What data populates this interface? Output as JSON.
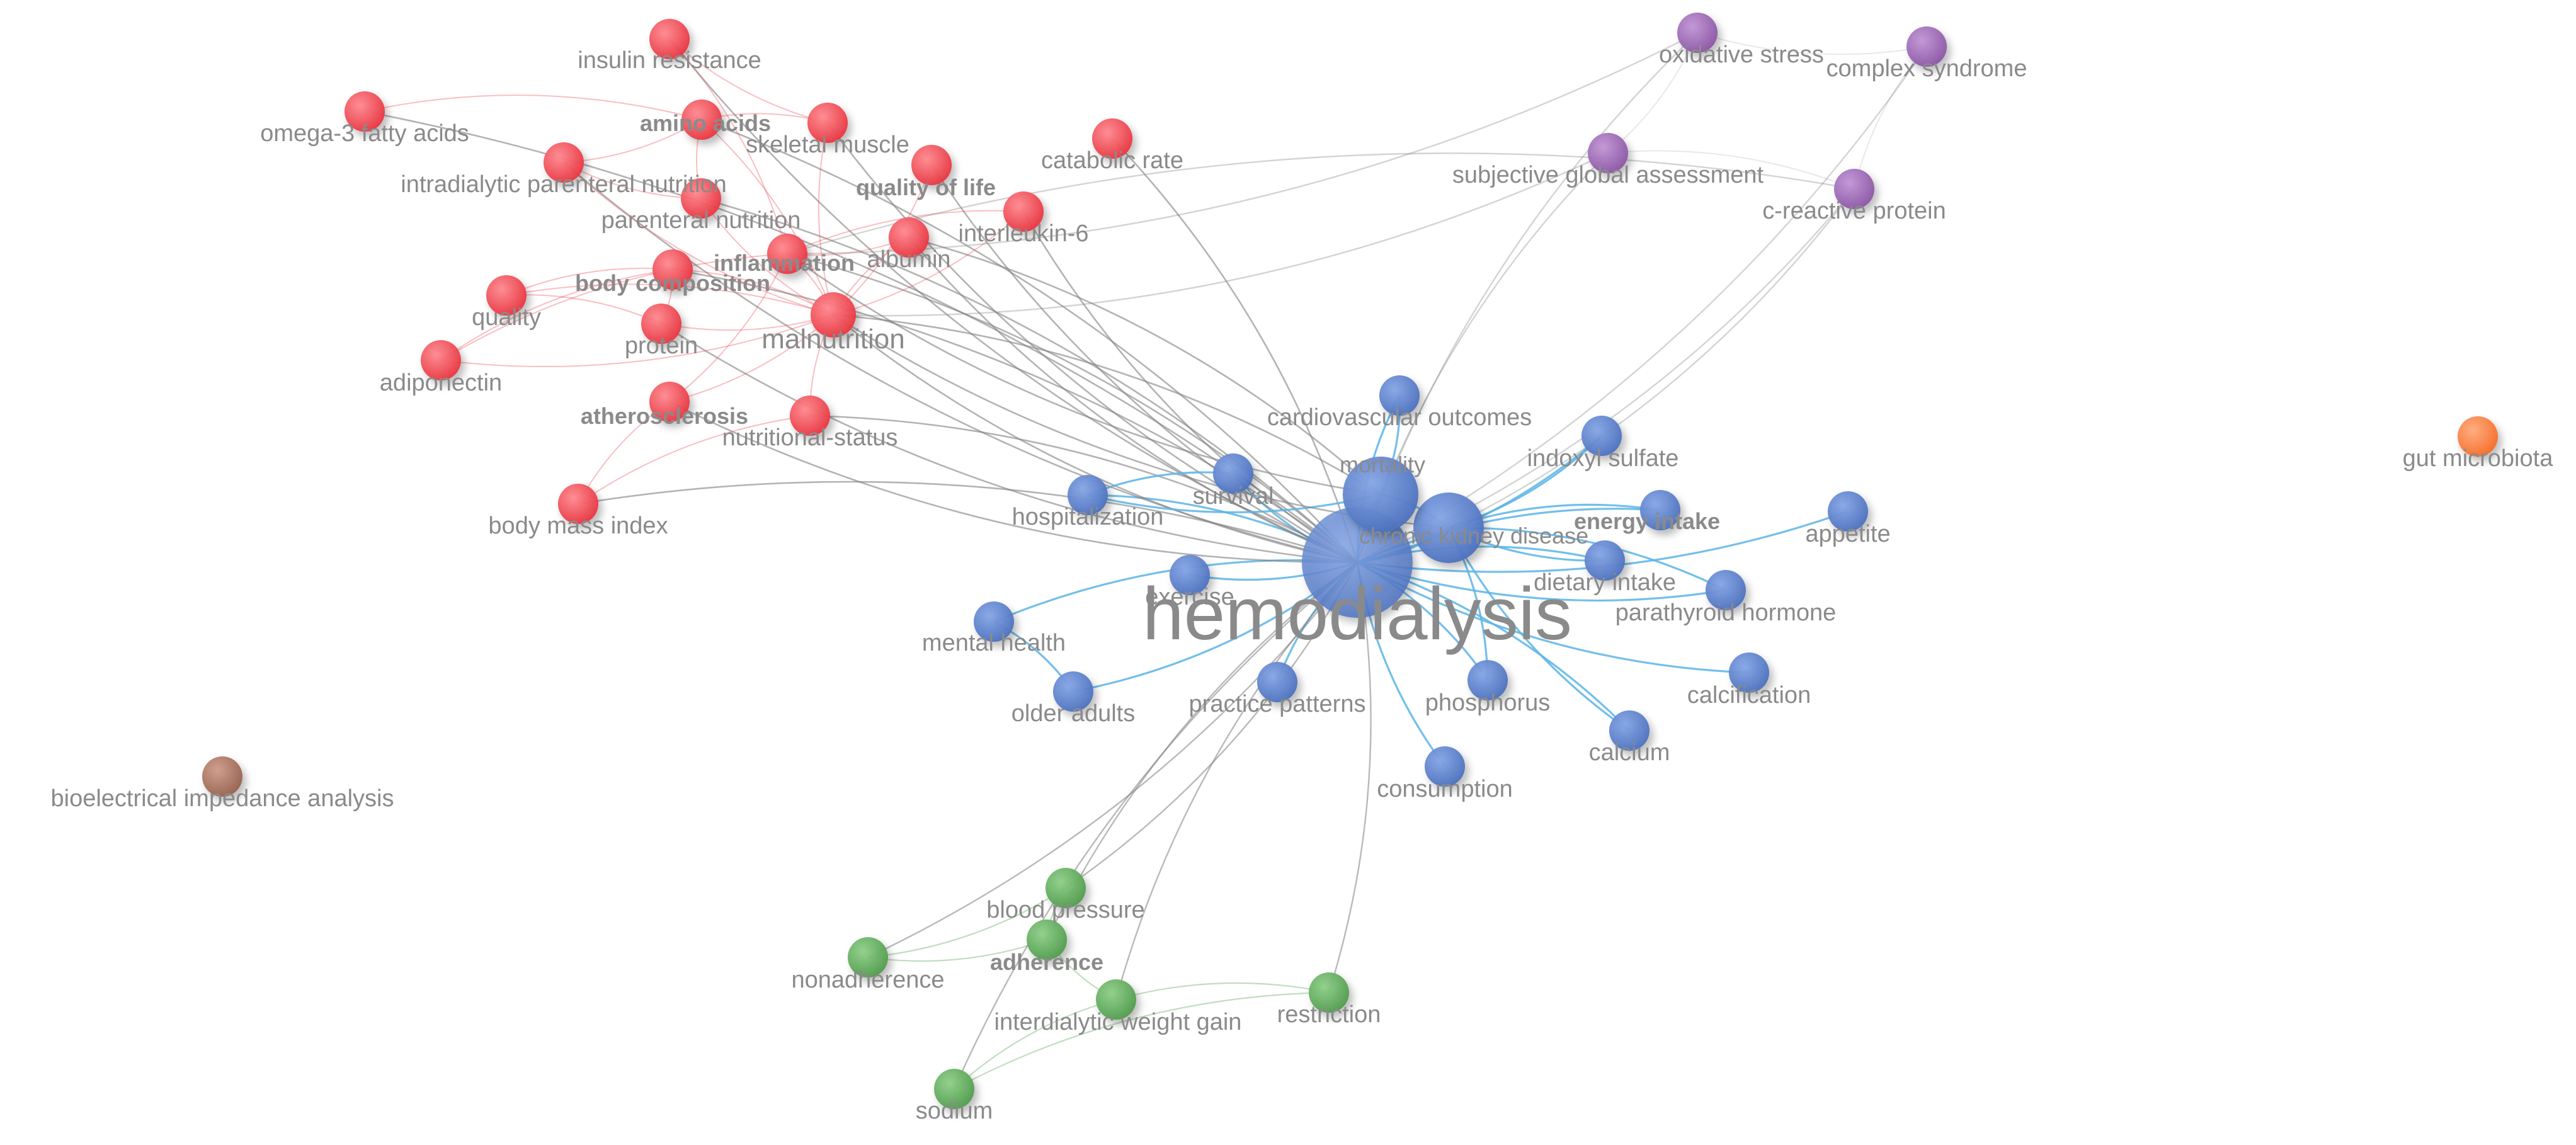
{
  "colors": {
    "cluster_red": "#f0454f",
    "cluster_blue": "#5b82cf",
    "cluster_green": "#5fad5a",
    "cluster_purple": "#9b64b4",
    "cluster_orange": "#ff7f3f",
    "cluster_brown": "#a97563",
    "edge_gray": "#808080",
    "edge_blue": "#5ab4e6",
    "label_gray": "#8a8a8a",
    "label_dark": "#000000"
  },
  "network": {
    "nodes": [
      {
        "id": "hemodialysis",
        "label": "hemodialysis",
        "cluster": "blue",
        "weight": 10,
        "emphasis": "dominant"
      },
      {
        "id": "ckd",
        "label": "chronic kidney disease",
        "cluster": "blue",
        "weight": 6,
        "emphasis": "strong"
      },
      {
        "id": "mortality",
        "label": "mortality",
        "cluster": "blue",
        "weight": 6,
        "emphasis": "strong"
      },
      {
        "id": "cardio",
        "label": "cardiovascular outcomes",
        "cluster": "blue",
        "weight": 3
      },
      {
        "id": "indoxyl",
        "label": "indoxyl sulfate",
        "cluster": "blue",
        "weight": 3
      },
      {
        "id": "survival",
        "label": "survival",
        "cluster": "blue",
        "weight": 3
      },
      {
        "id": "hospitalization",
        "label": "hospitalization",
        "cluster": "blue",
        "weight": 3
      },
      {
        "id": "energy",
        "label": "energy intake",
        "cluster": "blue",
        "weight": 3,
        "emphasis": "medium"
      },
      {
        "id": "appetite",
        "label": "appetite",
        "cluster": "blue",
        "weight": 3
      },
      {
        "id": "dietary",
        "label": "dietary intake",
        "cluster": "blue",
        "weight": 3
      },
      {
        "id": "pth",
        "label": "parathyroid hormone",
        "cluster": "blue",
        "weight": 3
      },
      {
        "id": "exercise",
        "label": "exercise",
        "cluster": "blue",
        "weight": 3
      },
      {
        "id": "mental",
        "label": "mental health",
        "cluster": "blue",
        "weight": 3
      },
      {
        "id": "older",
        "label": "older adults",
        "cluster": "blue",
        "weight": 3
      },
      {
        "id": "practice",
        "label": "practice patterns",
        "cluster": "blue",
        "weight": 3
      },
      {
        "id": "phosphorus",
        "label": "phosphorus",
        "cluster": "blue",
        "weight": 3
      },
      {
        "id": "calcification",
        "label": "calcification",
        "cluster": "blue",
        "weight": 3
      },
      {
        "id": "calcium",
        "label": "calcium",
        "cluster": "blue",
        "weight": 3
      },
      {
        "id": "consumption",
        "label": "consumption",
        "cluster": "blue",
        "weight": 3
      },
      {
        "id": "insulin",
        "label": "insulin resistance",
        "cluster": "red",
        "weight": 3
      },
      {
        "id": "omega3",
        "label": "omega-3 fatty acids",
        "cluster": "red",
        "weight": 3
      },
      {
        "id": "amino",
        "label": "amino acids",
        "cluster": "red",
        "weight": 3,
        "emphasis": "medium"
      },
      {
        "id": "skeletal",
        "label": "skeletal muscle",
        "cluster": "red",
        "weight": 3
      },
      {
        "id": "catabolic",
        "label": "catabolic rate",
        "cluster": "red",
        "weight": 3
      },
      {
        "id": "ipn",
        "label": "intradialytic parenteral nutrition",
        "cluster": "red",
        "weight": 3
      },
      {
        "id": "qol",
        "label": "quality of life",
        "cluster": "red",
        "weight": 3,
        "emphasis": "medium"
      },
      {
        "id": "pn",
        "label": "parenteral nutrition",
        "cluster": "red",
        "weight": 3
      },
      {
        "id": "il6",
        "label": "interleukin-6",
        "cluster": "red",
        "weight": 3
      },
      {
        "id": "albumin",
        "label": "albumin",
        "cluster": "red",
        "weight": 3
      },
      {
        "id": "inflammation",
        "label": "inflammation",
        "cluster": "red",
        "weight": 3,
        "emphasis": "medium"
      },
      {
        "id": "bodycomp",
        "label": "body composition",
        "cluster": "red",
        "weight": 3,
        "emphasis": "medium"
      },
      {
        "id": "quality",
        "label": "quality",
        "cluster": "red",
        "weight": 3
      },
      {
        "id": "protein",
        "label": "protein",
        "cluster": "red",
        "weight": 3
      },
      {
        "id": "malnutrition",
        "label": "malnutrition",
        "cluster": "red",
        "weight": 4,
        "emphasis": "strong"
      },
      {
        "id": "adiponectin",
        "label": "adiponectin",
        "cluster": "red",
        "weight": 3
      },
      {
        "id": "atherosclerosis",
        "label": "atherosclerosis",
        "cluster": "red",
        "weight": 3,
        "emphasis": "medium"
      },
      {
        "id": "nutstatus",
        "label": "nutritional-status",
        "cluster": "red",
        "weight": 3
      },
      {
        "id": "bmi",
        "label": "body mass index",
        "cluster": "red",
        "weight": 3
      },
      {
        "id": "oxidative",
        "label": "oxidative stress",
        "cluster": "purple",
        "weight": 3
      },
      {
        "id": "complex",
        "label": "complex syndrome",
        "cluster": "purple",
        "weight": 3
      },
      {
        "id": "sga",
        "label": "subjective global assessment",
        "cluster": "purple",
        "weight": 3
      },
      {
        "id": "crp",
        "label": "c-reactive protein",
        "cluster": "purple",
        "weight": 3
      },
      {
        "id": "gut",
        "label": "gut microbiota",
        "cluster": "orange",
        "weight": 3
      },
      {
        "id": "bia",
        "label": "bioelectrical impedance analysis",
        "cluster": "brown",
        "weight": 3
      },
      {
        "id": "bp",
        "label": "blood pressure",
        "cluster": "green",
        "weight": 3
      },
      {
        "id": "adherence",
        "label": "adherence",
        "cluster": "green",
        "weight": 3,
        "emphasis": "medium"
      },
      {
        "id": "nonadherence",
        "label": "nonadherence",
        "cluster": "green",
        "weight": 3
      },
      {
        "id": "idwg",
        "label": "interdialytic weight gain",
        "cluster": "green",
        "weight": 3
      },
      {
        "id": "restriction",
        "label": "restriction",
        "cluster": "green",
        "weight": 3
      },
      {
        "id": "sodium",
        "label": "sodium",
        "cluster": "green",
        "weight": 3
      }
    ],
    "edges": [
      [
        "hemodialysis",
        "mortality"
      ],
      [
        "hemodialysis",
        "ckd"
      ],
      [
        "hemodialysis",
        "survival"
      ],
      [
        "hemodialysis",
        "hospitalization"
      ],
      [
        "hemodialysis",
        "cardio"
      ],
      [
        "hemodialysis",
        "indoxyl"
      ],
      [
        "hemodialysis",
        "energy"
      ],
      [
        "hemodialysis",
        "appetite"
      ],
      [
        "hemodialysis",
        "dietary"
      ],
      [
        "hemodialysis",
        "pth"
      ],
      [
        "hemodialysis",
        "exercise"
      ],
      [
        "hemodialysis",
        "mental"
      ],
      [
        "hemodialysis",
        "older"
      ],
      [
        "hemodialysis",
        "practice"
      ],
      [
        "hemodialysis",
        "phosphorus"
      ],
      [
        "hemodialysis",
        "calcification"
      ],
      [
        "hemodialysis",
        "calcium"
      ],
      [
        "hemodialysis",
        "consumption"
      ],
      [
        "hemodialysis",
        "malnutrition"
      ],
      [
        "hemodialysis",
        "inflammation"
      ],
      [
        "hemodialysis",
        "albumin"
      ],
      [
        "hemodialysis",
        "catabolic"
      ],
      [
        "hemodialysis",
        "qol"
      ],
      [
        "hemodialysis",
        "amino"
      ],
      [
        "hemodialysis",
        "skeletal"
      ],
      [
        "hemodialysis",
        "pn"
      ],
      [
        "hemodialysis",
        "il6"
      ],
      [
        "hemodialysis",
        "bodycomp"
      ],
      [
        "hemodialysis",
        "protein"
      ],
      [
        "hemodialysis",
        "nutstatus"
      ],
      [
        "hemodialysis",
        "atherosclerosis"
      ],
      [
        "hemodialysis",
        "bmi"
      ],
      [
        "hemodialysis",
        "sga"
      ],
      [
        "hemodialysis",
        "crp"
      ],
      [
        "hemodialysis",
        "oxidative"
      ],
      [
        "hemodialysis",
        "complex"
      ],
      [
        "hemodialysis",
        "bp"
      ],
      [
        "hemodialysis",
        "adherence"
      ],
      [
        "hemodialysis",
        "nonadherence"
      ],
      [
        "hemodialysis",
        "idwg"
      ],
      [
        "hemodialysis",
        "restriction"
      ],
      [
        "hemodialysis",
        "sodium"
      ],
      [
        "hemodialysis",
        "insulin"
      ],
      [
        "hemodialysis",
        "omega3"
      ],
      [
        "hemodialysis",
        "ipn"
      ],
      [
        "mortality",
        "malnutrition"
      ],
      [
        "mortality",
        "inflammation"
      ],
      [
        "mortality",
        "albumin"
      ],
      [
        "mortality",
        "ckd"
      ],
      [
        "mortality",
        "cardio"
      ],
      [
        "mortality",
        "hospitalization"
      ],
      [
        "ckd",
        "indoxyl"
      ],
      [
        "ckd",
        "energy"
      ],
      [
        "ckd",
        "dietary"
      ],
      [
        "ckd",
        "phosphorus"
      ],
      [
        "ckd",
        "calcium"
      ],
      [
        "ckd",
        "pth"
      ],
      [
        "ckd",
        "crp"
      ],
      [
        "ckd",
        "malnutrition"
      ],
      [
        "malnutrition",
        "inflammation"
      ],
      [
        "malnutrition",
        "albumin"
      ],
      [
        "malnutrition",
        "bodycomp"
      ],
      [
        "malnutrition",
        "protein"
      ],
      [
        "malnutrition",
        "nutstatus"
      ],
      [
        "malnutrition",
        "atherosclerosis"
      ],
      [
        "malnutrition",
        "quality"
      ],
      [
        "malnutrition",
        "adiponectin"
      ],
      [
        "malnutrition",
        "amino"
      ],
      [
        "malnutrition",
        "skeletal"
      ],
      [
        "malnutrition",
        "qol"
      ],
      [
        "malnutrition",
        "pn"
      ],
      [
        "malnutrition",
        "il6"
      ],
      [
        "malnutrition",
        "ipn"
      ],
      [
        "malnutrition",
        "sga"
      ],
      [
        "inflammation",
        "il6"
      ],
      [
        "inflammation",
        "albumin"
      ],
      [
        "inflammation",
        "crp"
      ],
      [
        "inflammation",
        "oxidative"
      ],
      [
        "inflammation",
        "atherosclerosis"
      ],
      [
        "inflammation",
        "adiponectin"
      ],
      [
        "amino",
        "skeletal"
      ],
      [
        "amino",
        "pn"
      ],
      [
        "amino",
        "ipn"
      ],
      [
        "amino",
        "omega3"
      ],
      [
        "pn",
        "ipn"
      ],
      [
        "insulin",
        "skeletal"
      ],
      [
        "insulin",
        "inflammation"
      ],
      [
        "bodycomp",
        "quality"
      ],
      [
        "bodycomp",
        "protein"
      ],
      [
        "bodycomp",
        "adiponectin"
      ],
      [
        "quality",
        "protein"
      ],
      [
        "nutstatus",
        "bmi"
      ],
      [
        "bmi",
        "atherosclerosis"
      ],
      [
        "oxidative",
        "complex"
      ],
      [
        "oxidative",
        "sga"
      ],
      [
        "complex",
        "crp"
      ],
      [
        "sga",
        "crp"
      ],
      [
        "bp",
        "adherence"
      ],
      [
        "bp",
        "nonadherence"
      ],
      [
        "adherence",
        "idwg"
      ],
      [
        "adherence",
        "nonadherence"
      ],
      [
        "idwg",
        "sodium"
      ],
      [
        "idwg",
        "restriction"
      ],
      [
        "restriction",
        "sodium"
      ],
      [
        "mental",
        "older"
      ],
      [
        "survival",
        "hospitalization"
      ]
    ]
  }
}
